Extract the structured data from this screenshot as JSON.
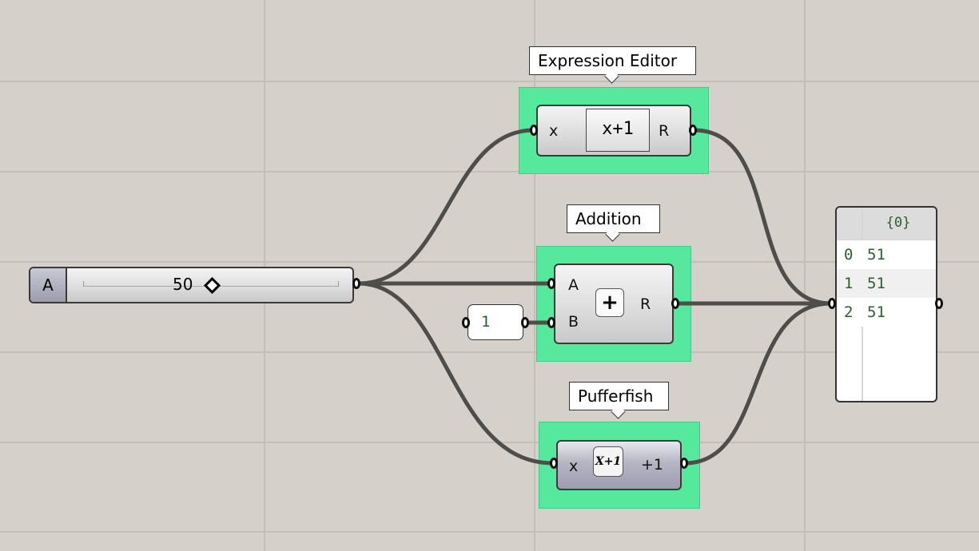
{
  "slider": {
    "name": "A",
    "value": "50"
  },
  "expression": {
    "tooltip": "Expression Editor",
    "input": "x",
    "expr": "x+1",
    "output": "R"
  },
  "addition": {
    "tooltip": "Addition",
    "input_a": "A",
    "input_b": "B",
    "output": "R",
    "icon": "plus-icon"
  },
  "constant": {
    "value": "1"
  },
  "pufferfish": {
    "tooltip": "Pufferfish",
    "input": "x",
    "output": "+1",
    "icon_text": "X+1"
  },
  "panel": {
    "header": "{0}",
    "rows": [
      {
        "index": "0",
        "value": "51"
      },
      {
        "index": "1",
        "value": "51"
      },
      {
        "index": "2",
        "value": "51"
      }
    ]
  },
  "colors": {
    "canvas": "#d5d1ca",
    "group": "#56e89c",
    "wire": "#4f4d4a",
    "panel_text": "#2e5e2e"
  }
}
